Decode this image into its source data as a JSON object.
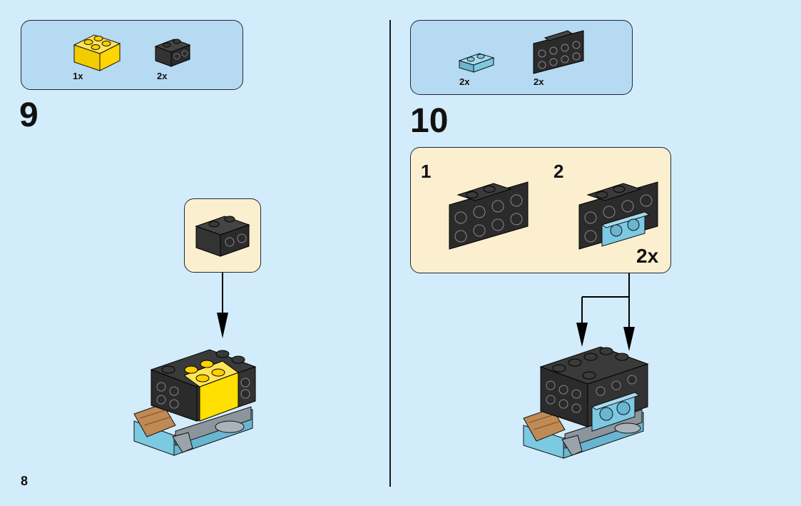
{
  "page_number": "8",
  "step9": {
    "number": "9",
    "parts": [
      {
        "brick": "yellow 2x2 brick",
        "qty": "1x"
      },
      {
        "brick": "black 1x2 brick with studs on side",
        "qty": "2x"
      }
    ]
  },
  "step10": {
    "number": "10",
    "parts": [
      {
        "brick": "light blue 1x2 plate",
        "qty": "2x"
      },
      {
        "brick": "black bracket 1x2 - 2x4",
        "qty": "2x"
      }
    ],
    "substeps": [
      {
        "number": "1"
      },
      {
        "number": "2"
      }
    ],
    "multiplier": "2x"
  },
  "colors": {
    "background": "#d3ecfb",
    "parts_box": "#b7daf3",
    "sub_box": "#fcefd0",
    "black_brick": "#2b2b2b",
    "yellow_brick": "#ffe000",
    "light_blue": "#7cc9e2",
    "tan": "#c08a55",
    "grey": "#8c959b"
  }
}
